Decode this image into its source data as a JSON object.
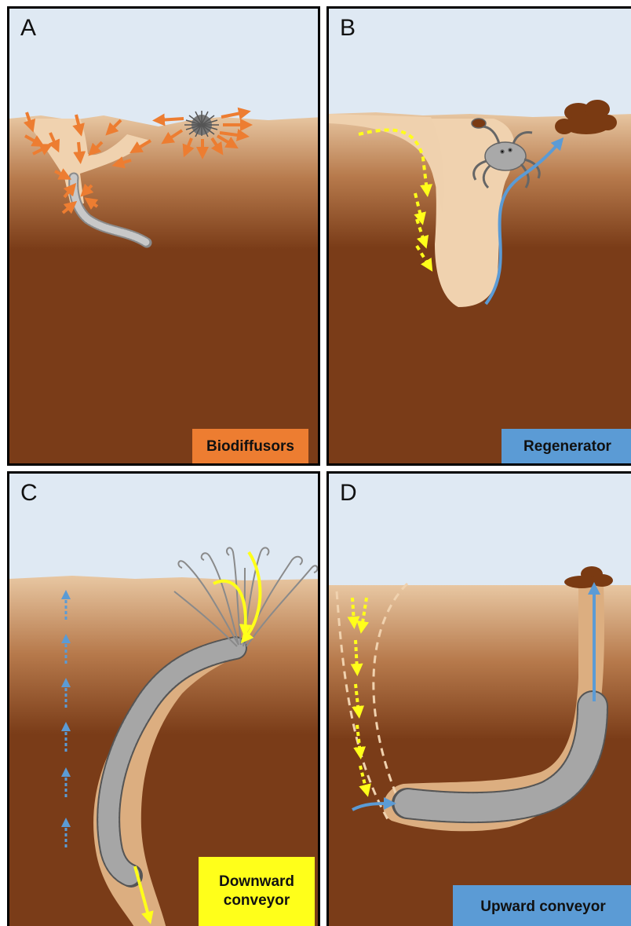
{
  "panels": [
    {
      "letter": "A",
      "label": "Biodiffusors",
      "label_color": "#ed7d31"
    },
    {
      "letter": "B",
      "label": "Regenerator",
      "label_color": "#5b9bd5"
    },
    {
      "letter": "C",
      "label": "Downward conveyor",
      "label_color": "#ffff1a"
    },
    {
      "letter": "D",
      "label": "Upward conveyor",
      "label_color": "#5b9bd5"
    }
  ],
  "colors": {
    "sky": "#dfe9f3",
    "sediment_top": "#e6c39e",
    "sediment_bottom": "#7a3c18",
    "burrow": "#f0d2af",
    "orange_arrow": "#ed7d31",
    "yellow_arrow": "#ffff1a",
    "blue_arrow": "#5b9bd5",
    "fecal_mound": "#7a3a12",
    "animal_grey": "#b4b4b4"
  }
}
